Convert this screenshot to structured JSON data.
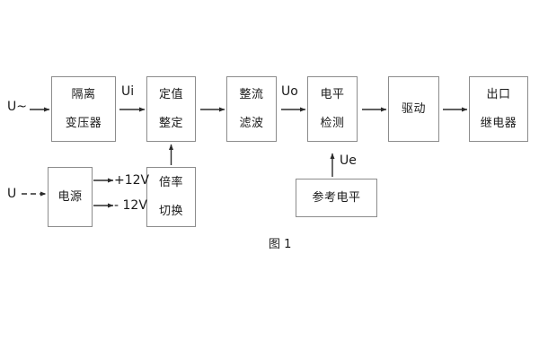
{
  "diagram": {
    "caption": "图 1",
    "blocks": [
      {
        "id": "isolation-transformer",
        "line1": "隔离",
        "line2": "变压器"
      },
      {
        "id": "setting-value",
        "line1": "定值",
        "line2": "整定"
      },
      {
        "id": "rectify-filter",
        "line1": "整流",
        "line2": "滤波"
      },
      {
        "id": "level-detection",
        "line1": "电平",
        "line2": "检测"
      },
      {
        "id": "drive",
        "line1": "驱动",
        "line2": ""
      },
      {
        "id": "output-relay",
        "line1": "出口",
        "line2": "继电器"
      },
      {
        "id": "power-supply",
        "line1": "电源",
        "line2": ""
      },
      {
        "id": "multiplier-switch",
        "line1": "倍率",
        "line2": "切换"
      },
      {
        "id": "reference-level",
        "line1": "参考电平",
        "line2": ""
      }
    ],
    "labels": {
      "input_ac": "U~",
      "input_dc": "U",
      "signal_ui": "Ui",
      "signal_uo": "Uo",
      "signal_ue": "Ue",
      "rail_positive": "+12V",
      "rail_negative": "- 12V"
    },
    "colors": {
      "background": "#ffffff",
      "box_border": "#8c8c8c",
      "text": "#1a1a1a",
      "wire": "#2b2b2b"
    }
  }
}
